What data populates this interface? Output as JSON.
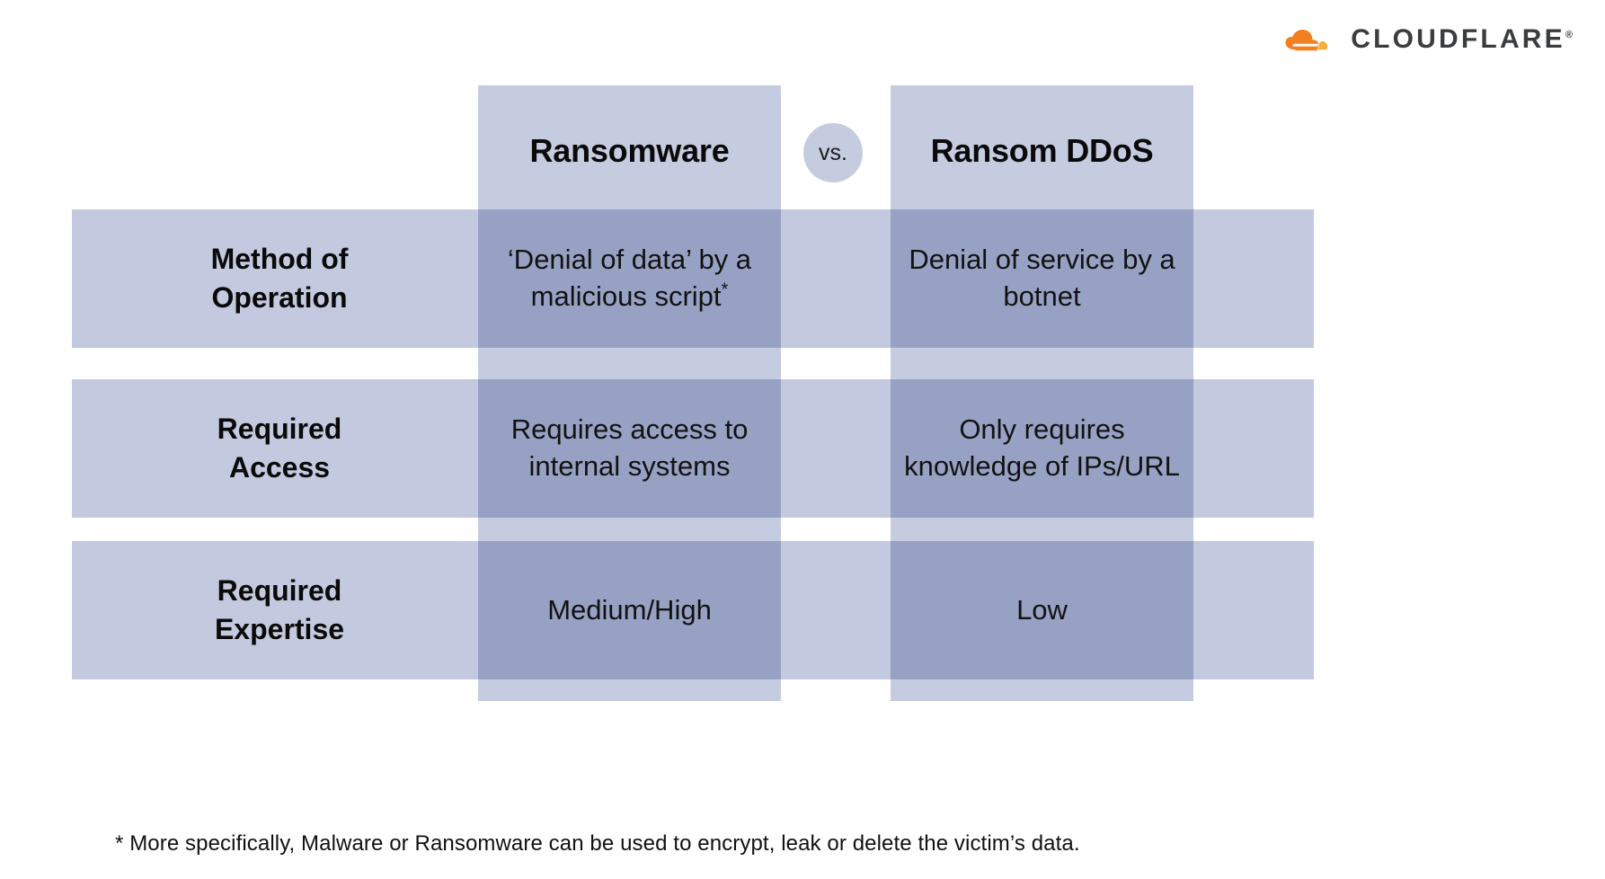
{
  "brand": {
    "name": "CLOUDFLARE",
    "registered_mark": "®",
    "logo_icon": "cloudflare-cloud-logo",
    "colors": {
      "orange_dark": "#f38020",
      "orange_light": "#f6ad3c",
      "wordmark": "#3a3c3e"
    }
  },
  "table": {
    "vs_label": "vs.",
    "columns": [
      {
        "id": "ransomware",
        "label": "Ransomware"
      },
      {
        "id": "ransom-ddos",
        "label": "Ransom DDoS"
      }
    ],
    "rows": [
      {
        "id": "method-of-operation",
        "label_line1": "Method of",
        "label_line2": "Operation",
        "ransomware": "‘Denial of data’ by a malicious script",
        "ransomware_footnote_marker": "*",
        "ransom_ddos": "Denial of service by a botnet"
      },
      {
        "id": "required-access",
        "label_line1": "Required",
        "label_line2": "Access",
        "ransomware": "Requires access to internal systems",
        "ransomware_footnote_marker": "",
        "ransom_ddos": "Only requires knowledge of IPs/URL"
      },
      {
        "id": "required-expertise",
        "label_line1": "Required",
        "label_line2": "Expertise",
        "ransomware": "Medium/High",
        "ransomware_footnote_marker": "",
        "ransom_ddos": "Low"
      }
    ]
  },
  "footnote": {
    "text": "* More specifically, Malware or Ransomware can be used to encrypt, leak or delete the victim’s data."
  },
  "theme": {
    "band_light": "#c6cce0",
    "band_overlap": "#9aa8c6",
    "page_bg": "#ffffff",
    "text": "#0a0a0a"
  }
}
